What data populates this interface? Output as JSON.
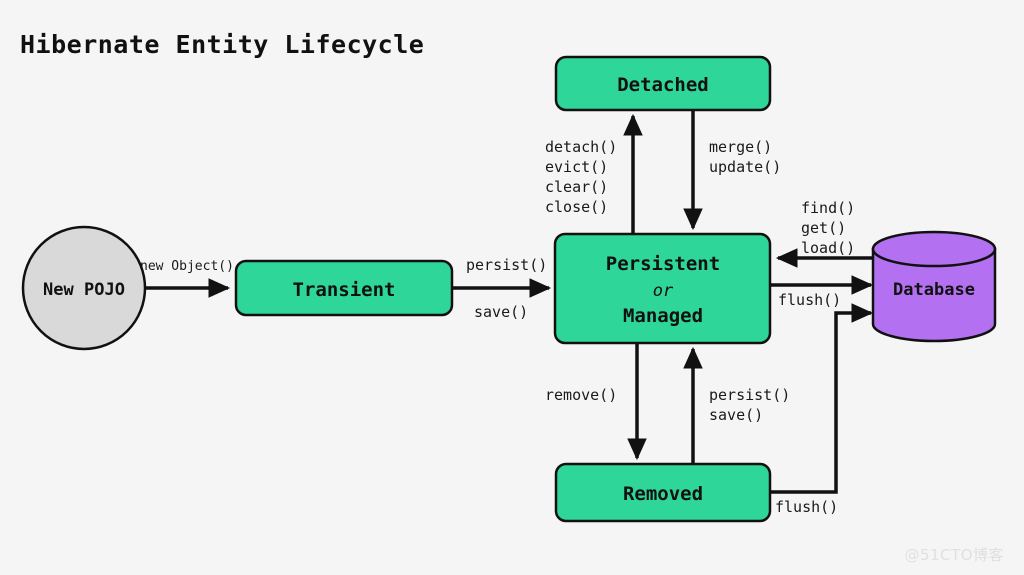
{
  "title": "Hibernate Entity Lifecycle",
  "watermark": "@51CTO博客",
  "colors": {
    "background": "#f5f5f5",
    "state_fill": "#2ed699",
    "database_fill": "#b370f0",
    "pojo_fill": "#d9d9d9",
    "stroke": "#111111",
    "text": "#111111",
    "watermark": "#e0e0e0"
  },
  "nodes": {
    "new_pojo": {
      "label": "New POJO",
      "shape": "circle",
      "fill": "#d9d9d9"
    },
    "transient": {
      "label": "Transient",
      "shape": "rounded-rect",
      "fill": "#2ed699"
    },
    "detached": {
      "label": "Detached",
      "shape": "rounded-rect",
      "fill": "#2ed699"
    },
    "persistent": {
      "label_line1": "Persistent",
      "label_line2": "or",
      "label_line3": "Managed",
      "shape": "rounded-rect",
      "fill": "#2ed699"
    },
    "removed": {
      "label": "Removed",
      "shape": "rounded-rect",
      "fill": "#2ed699"
    },
    "database": {
      "label": "Database",
      "shape": "cylinder",
      "fill": "#b370f0"
    }
  },
  "edges": [
    {
      "id": "pojo-to-transient",
      "from": "new_pojo",
      "to": "transient",
      "labels": [
        "new Object()"
      ]
    },
    {
      "id": "transient-to-persistent",
      "from": "transient",
      "to": "persistent",
      "labels": [
        "persist()",
        "save()"
      ]
    },
    {
      "id": "persistent-to-detached",
      "from": "persistent",
      "to": "detached",
      "labels": [
        "detach()",
        "evict()",
        "clear()",
        "close()"
      ]
    },
    {
      "id": "detached-to-persistent",
      "from": "detached",
      "to": "persistent",
      "labels": [
        "merge()",
        "update()"
      ]
    },
    {
      "id": "database-to-persistent",
      "from": "database",
      "to": "persistent",
      "labels": [
        "find()",
        "get()",
        "load()"
      ]
    },
    {
      "id": "persistent-to-database",
      "from": "persistent",
      "to": "database",
      "labels": [
        "flush()"
      ]
    },
    {
      "id": "persistent-to-removed",
      "from": "persistent",
      "to": "removed",
      "labels": [
        "remove()"
      ]
    },
    {
      "id": "removed-to-persistent",
      "from": "removed",
      "to": "persistent",
      "labels": [
        "persist()",
        "save()"
      ]
    },
    {
      "id": "removed-to-database",
      "from": "removed",
      "to": "database",
      "labels": [
        "flush()"
      ]
    }
  ],
  "edge_labels": {
    "new_object": "new Object()",
    "persist": "persist()",
    "save": "save()",
    "detach": "detach()",
    "evict": "evict()",
    "clear": "clear()",
    "close": "close()",
    "merge": "merge()",
    "update": "update()",
    "find": "find()",
    "get": "get()",
    "load": "load()",
    "flush_top": "flush()",
    "remove": "remove()",
    "persist2": "persist()",
    "save2": "save()",
    "flush_bottom": "flush()"
  }
}
